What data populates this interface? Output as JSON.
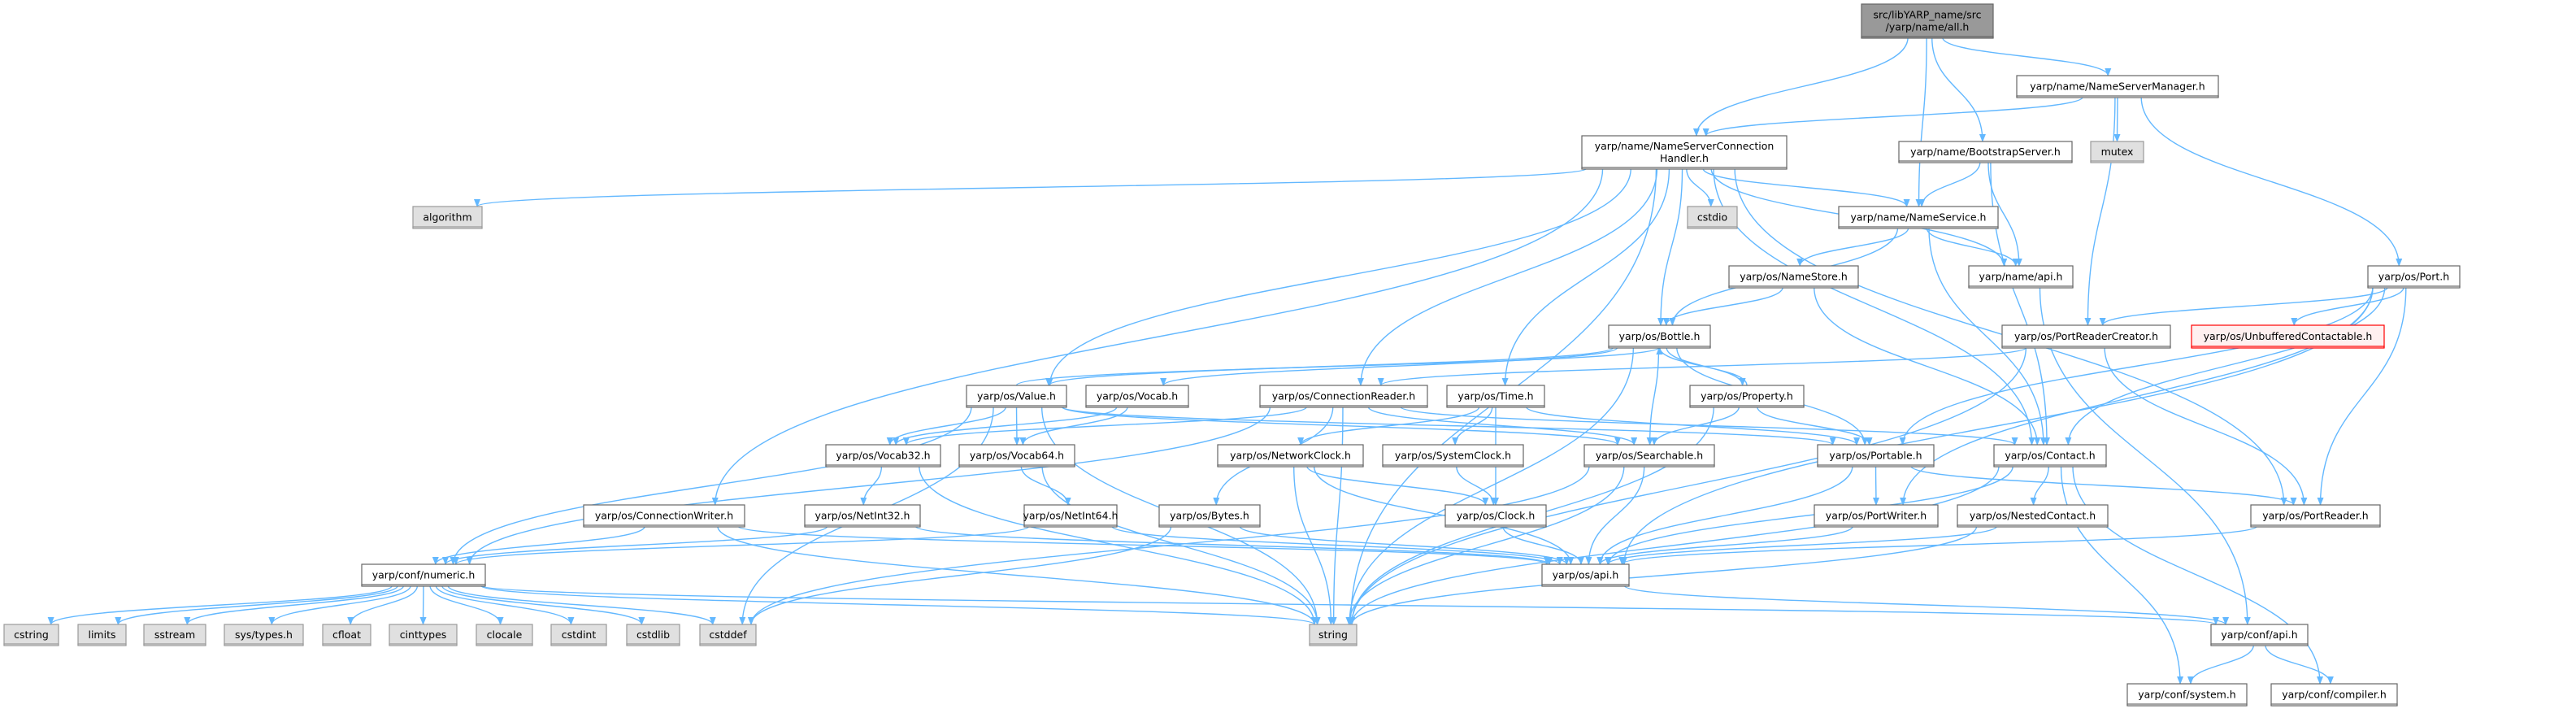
{
  "colors": {
    "edge": "#63b8ff",
    "root_fill": "#999999",
    "system_fill": "#e0e0e0",
    "missing_border": "#ff0000"
  },
  "nodes": [
    {
      "id": "root",
      "lines": [
        "src/libYARP_name/src",
        "/yarp/name/all.h"
      ],
      "kind": "root"
    },
    {
      "id": "nsm",
      "lines": [
        "yarp/name/NameServerManager.h"
      ],
      "kind": "normal"
    },
    {
      "id": "nsch",
      "lines": [
        "yarp/name/NameServerConnection",
        "Handler.h"
      ],
      "kind": "normal"
    },
    {
      "id": "boot",
      "lines": [
        "yarp/name/BootstrapServer.h"
      ],
      "kind": "normal"
    },
    {
      "id": "mutex",
      "lines": [
        "mutex"
      ],
      "kind": "system"
    },
    {
      "id": "algorithm",
      "lines": [
        "algorithm"
      ],
      "kind": "system"
    },
    {
      "id": "cstdio",
      "lines": [
        "cstdio"
      ],
      "kind": "system"
    },
    {
      "id": "nameservice",
      "lines": [
        "yarp/name/NameService.h"
      ],
      "kind": "normal"
    },
    {
      "id": "namestore",
      "lines": [
        "yarp/os/NameStore.h"
      ],
      "kind": "normal"
    },
    {
      "id": "nameapi",
      "lines": [
        "yarp/name/api.h"
      ],
      "kind": "normal"
    },
    {
      "id": "port",
      "lines": [
        "yarp/os/Port.h"
      ],
      "kind": "normal"
    },
    {
      "id": "bottle",
      "lines": [
        "yarp/os/Bottle.h"
      ],
      "kind": "normal"
    },
    {
      "id": "prc",
      "lines": [
        "yarp/os/PortReaderCreator.h"
      ],
      "kind": "normal"
    },
    {
      "id": "unbuf",
      "lines": [
        "yarp/os/UnbufferedContactable.h"
      ],
      "kind": "missing"
    },
    {
      "id": "value",
      "lines": [
        "yarp/os/Value.h"
      ],
      "kind": "normal"
    },
    {
      "id": "vocab",
      "lines": [
        "yarp/os/Vocab.h"
      ],
      "kind": "normal"
    },
    {
      "id": "connreader",
      "lines": [
        "yarp/os/ConnectionReader.h"
      ],
      "kind": "normal"
    },
    {
      "id": "time",
      "lines": [
        "yarp/os/Time.h"
      ],
      "kind": "normal"
    },
    {
      "id": "property",
      "lines": [
        "yarp/os/Property.h"
      ],
      "kind": "normal"
    },
    {
      "id": "vocab32",
      "lines": [
        "yarp/os/Vocab32.h"
      ],
      "kind": "normal"
    },
    {
      "id": "vocab64",
      "lines": [
        "yarp/os/Vocab64.h"
      ],
      "kind": "normal"
    },
    {
      "id": "netclock",
      "lines": [
        "yarp/os/NetworkClock.h"
      ],
      "kind": "normal"
    },
    {
      "id": "sysclock",
      "lines": [
        "yarp/os/SystemClock.h"
      ],
      "kind": "normal"
    },
    {
      "id": "searchable",
      "lines": [
        "yarp/os/Searchable.h"
      ],
      "kind": "normal"
    },
    {
      "id": "portable",
      "lines": [
        "yarp/os/Portable.h"
      ],
      "kind": "normal"
    },
    {
      "id": "contact",
      "lines": [
        "yarp/os/Contact.h"
      ],
      "kind": "normal"
    },
    {
      "id": "connwriter",
      "lines": [
        "yarp/os/ConnectionWriter.h"
      ],
      "kind": "normal"
    },
    {
      "id": "netint32",
      "lines": [
        "yarp/os/NetInt32.h"
      ],
      "kind": "normal"
    },
    {
      "id": "netint64",
      "lines": [
        "yarp/os/NetInt64.h"
      ],
      "kind": "normal"
    },
    {
      "id": "bytes",
      "lines": [
        "yarp/os/Bytes.h"
      ],
      "kind": "normal"
    },
    {
      "id": "clock",
      "lines": [
        "yarp/os/Clock.h"
      ],
      "kind": "normal"
    },
    {
      "id": "portwriter",
      "lines": [
        "yarp/os/PortWriter.h"
      ],
      "kind": "normal"
    },
    {
      "id": "nested",
      "lines": [
        "yarp/os/NestedContact.h"
      ],
      "kind": "normal"
    },
    {
      "id": "portreader",
      "lines": [
        "yarp/os/PortReader.h"
      ],
      "kind": "normal"
    },
    {
      "id": "numeric",
      "lines": [
        "yarp/conf/numeric.h"
      ],
      "kind": "normal"
    },
    {
      "id": "osapi",
      "lines": [
        "yarp/os/api.h"
      ],
      "kind": "normal"
    },
    {
      "id": "cstring",
      "lines": [
        "cstring"
      ],
      "kind": "system"
    },
    {
      "id": "limits",
      "lines": [
        "limits"
      ],
      "kind": "system"
    },
    {
      "id": "sstream",
      "lines": [
        "sstream"
      ],
      "kind": "system"
    },
    {
      "id": "systypes",
      "lines": [
        "sys/types.h"
      ],
      "kind": "system"
    },
    {
      "id": "cfloat",
      "lines": [
        "cfloat"
      ],
      "kind": "system"
    },
    {
      "id": "cinttypes",
      "lines": [
        "cinttypes"
      ],
      "kind": "system"
    },
    {
      "id": "clocale",
      "lines": [
        "clocale"
      ],
      "kind": "system"
    },
    {
      "id": "cstdint",
      "lines": [
        "cstdint"
      ],
      "kind": "system"
    },
    {
      "id": "cstdlib",
      "lines": [
        "cstdlib"
      ],
      "kind": "system"
    },
    {
      "id": "cstddef",
      "lines": [
        "cstddef"
      ],
      "kind": "system"
    },
    {
      "id": "string",
      "lines": [
        "string"
      ],
      "kind": "system"
    },
    {
      "id": "confapi",
      "lines": [
        "yarp/conf/api.h"
      ],
      "kind": "normal"
    },
    {
      "id": "confsystem",
      "lines": [
        "yarp/conf/system.h"
      ],
      "kind": "normal"
    },
    {
      "id": "confcompiler",
      "lines": [
        "yarp/conf/compiler.h"
      ],
      "kind": "normal"
    }
  ],
  "edges": [
    [
      "root",
      "nsch"
    ],
    [
      "root",
      "nameservice"
    ],
    [
      "root",
      "boot"
    ],
    [
      "root",
      "nsm"
    ],
    [
      "nsm",
      "nsch"
    ],
    [
      "nsm",
      "mutex"
    ],
    [
      "nsm",
      "prc"
    ],
    [
      "nsm",
      "port"
    ],
    [
      "boot",
      "nameservice"
    ],
    [
      "boot",
      "nameapi"
    ],
    [
      "boot",
      "contact"
    ],
    [
      "nsch",
      "algorithm"
    ],
    [
      "nsch",
      "string"
    ],
    [
      "nsch",
      "connwriter"
    ],
    [
      "nsch",
      "value"
    ],
    [
      "nsch",
      "connreader"
    ],
    [
      "nsch",
      "bottle"
    ],
    [
      "nsch",
      "cstdio"
    ],
    [
      "nsch",
      "time"
    ],
    [
      "nsch",
      "nameservice"
    ],
    [
      "nsch",
      "nameapi"
    ],
    [
      "nsch",
      "contact"
    ],
    [
      "nsch",
      "portreader"
    ],
    [
      "nameservice",
      "bottle"
    ],
    [
      "nameservice",
      "namestore"
    ],
    [
      "nameservice",
      "nameapi"
    ],
    [
      "nameservice",
      "contact"
    ],
    [
      "namestore",
      "bottle"
    ],
    [
      "namestore",
      "contact"
    ],
    [
      "nameapi",
      "confapi"
    ],
    [
      "port",
      "prc"
    ],
    [
      "port",
      "unbuf"
    ],
    [
      "port",
      "portable"
    ],
    [
      "port",
      "portwriter"
    ],
    [
      "port",
      "portreader"
    ],
    [
      "port",
      "osapi"
    ],
    [
      "port",
      "contact"
    ],
    [
      "prc",
      "portreader"
    ],
    [
      "prc",
      "string"
    ],
    [
      "prc",
      "connreader"
    ],
    [
      "bottle",
      "value"
    ],
    [
      "bottle",
      "vocab"
    ],
    [
      "bottle",
      "searchable"
    ],
    [
      "bottle",
      "portable"
    ],
    [
      "bottle",
      "string"
    ],
    [
      "bottle",
      "property"
    ],
    [
      "value",
      "vocab32"
    ],
    [
      "value",
      "vocab64"
    ],
    [
      "value",
      "numeric"
    ],
    [
      "value",
      "searchable"
    ],
    [
      "value",
      "portable"
    ],
    [
      "value",
      "string"
    ],
    [
      "value",
      "cstddef"
    ],
    [
      "value",
      "bottle"
    ],
    [
      "vocab",
      "vocab32"
    ],
    [
      "vocab",
      "vocab64"
    ],
    [
      "connreader",
      "numeric"
    ],
    [
      "connreader",
      "bytes"
    ],
    [
      "connreader",
      "contact"
    ],
    [
      "connreader",
      "searchable"
    ],
    [
      "connreader",
      "string"
    ],
    [
      "connreader",
      "vocab32"
    ],
    [
      "time",
      "netclock"
    ],
    [
      "time",
      "sysclock"
    ],
    [
      "time",
      "clock"
    ],
    [
      "time",
      "portable"
    ],
    [
      "property",
      "searchable"
    ],
    [
      "property",
      "portable"
    ],
    [
      "property",
      "string"
    ],
    [
      "property",
      "bottle"
    ],
    [
      "vocab32",
      "netint32"
    ],
    [
      "vocab32",
      "string"
    ],
    [
      "vocab64",
      "netint64"
    ],
    [
      "vocab64",
      "string"
    ],
    [
      "netclock",
      "clock"
    ],
    [
      "netclock",
      "osapi"
    ],
    [
      "netclock",
      "string"
    ],
    [
      "sysclock",
      "clock"
    ],
    [
      "searchable",
      "osapi"
    ],
    [
      "searchable",
      "string"
    ],
    [
      "searchable",
      "cstddef"
    ],
    [
      "portable",
      "portwriter"
    ],
    [
      "portable",
      "portreader"
    ],
    [
      "portable",
      "osapi"
    ],
    [
      "contact",
      "nested"
    ],
    [
      "contact",
      "string"
    ],
    [
      "contact",
      "confsystem"
    ],
    [
      "contact",
      "confcompiler"
    ],
    [
      "contact",
      "osapi"
    ],
    [
      "connwriter",
      "numeric"
    ],
    [
      "connwriter",
      "osapi"
    ],
    [
      "connwriter",
      "string"
    ],
    [
      "netint32",
      "numeric"
    ],
    [
      "netint32",
      "osapi"
    ],
    [
      "netint64",
      "numeric"
    ],
    [
      "netint64",
      "osapi"
    ],
    [
      "bytes",
      "cstddef"
    ],
    [
      "bytes",
      "osapi"
    ],
    [
      "clock",
      "osapi"
    ],
    [
      "portwriter",
      "osapi"
    ],
    [
      "nested",
      "osapi"
    ],
    [
      "nested",
      "string"
    ],
    [
      "portreader",
      "osapi"
    ],
    [
      "numeric",
      "cstring"
    ],
    [
      "numeric",
      "limits"
    ],
    [
      "numeric",
      "sstream"
    ],
    [
      "numeric",
      "systypes"
    ],
    [
      "numeric",
      "cfloat"
    ],
    [
      "numeric",
      "cinttypes"
    ],
    [
      "numeric",
      "clocale"
    ],
    [
      "numeric",
      "cstdint"
    ],
    [
      "numeric",
      "cstdlib"
    ],
    [
      "numeric",
      "cstddef"
    ],
    [
      "numeric",
      "string"
    ],
    [
      "numeric",
      "confapi"
    ],
    [
      "osapi",
      "confapi"
    ],
    [
      "confapi",
      "confsystem"
    ],
    [
      "confapi",
      "confcompiler"
    ]
  ]
}
